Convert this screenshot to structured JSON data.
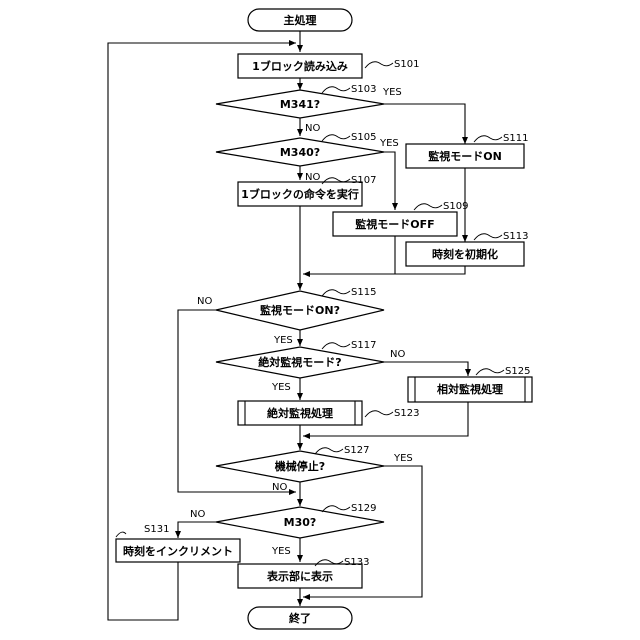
{
  "terminals": {
    "start": "主処理",
    "end": "終了"
  },
  "processes": {
    "read_block": "1ブロック読み込み",
    "monitor_on": "監視モードON",
    "execute_block": "1ブロックの命令を実行",
    "monitor_off": "監視モードOFF",
    "init_time": "時刻を初期化",
    "increment_time": "時刻をインクリメント",
    "display": "表示部に表示"
  },
  "subroutines": {
    "relative_monitoring": "相対監視処理",
    "absolute_monitoring": "絶対監視処理"
  },
  "decisions": {
    "m341": "M341?",
    "m340": "M340?",
    "monitor_mode_on": "監視モードON?",
    "absolute_mode": "絶対監視モード?",
    "machine_stop": "機械停止?",
    "m30": "M30?"
  },
  "branch_labels": {
    "yes": "YES",
    "no": "NO"
  },
  "step_refs": {
    "s101": "S101",
    "s103": "S103",
    "s105": "S105",
    "s107": "S107",
    "s109": "S109",
    "s111": "S111",
    "s113": "S113",
    "s115": "S115",
    "s117": "S117",
    "s123": "S123",
    "s125": "S125",
    "s127": "S127",
    "s129": "S129",
    "s131": "S131",
    "s133": "S133"
  }
}
